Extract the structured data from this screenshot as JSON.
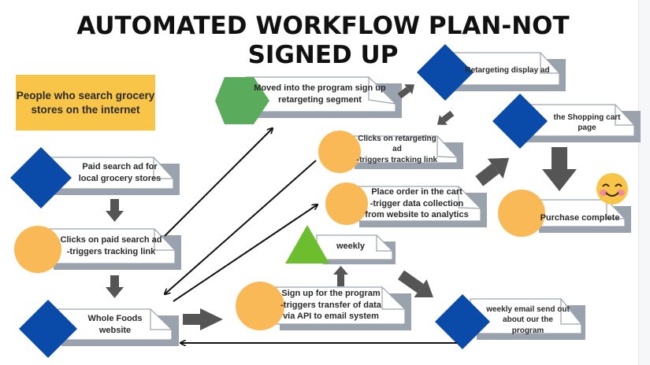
{
  "title": {
    "line1": "AUTOMATED WORKFLOW PLAN-NOT",
    "line2": "SIGNED UP"
  },
  "colors": {
    "blue": "#0a4aa8",
    "orange": "#f9b957",
    "green_hex": "#5aab5c",
    "green_triangle": "#6cbe2e",
    "yellow": "#f8c548",
    "arrow_gray": "#555555",
    "shadow": "#9aa3ad"
  },
  "start_box": {
    "text_lines": [
      "People who search",
      "grocery stores on the",
      "internet"
    ],
    "text": "People who search grocery stores on the internet"
  },
  "nodes": [
    {
      "id": "paid-search-ad",
      "shape": "diamond",
      "lines": [
        "Paid search ad for",
        "local grocery stores"
      ]
    },
    {
      "id": "clicks-paid-search",
      "shape": "circle",
      "lines": [
        "Clicks on paid search ad",
        "-triggers tracking link"
      ]
    },
    {
      "id": "whole-foods-website",
      "shape": "diamond",
      "lines": [
        "Whole Foods",
        "website"
      ]
    },
    {
      "id": "retargeting-segment",
      "shape": "hexagon",
      "lines": [
        "Moved into the program sign up",
        "retargeting segment"
      ]
    },
    {
      "id": "retargeting-display-ad",
      "shape": "diamond",
      "lines": [
        "Retargeting display ad"
      ]
    },
    {
      "id": "clicks-retargeting-ad",
      "shape": "circle",
      "lines": [
        "Clicks on retargeting ad",
        "-triggers tracking link"
      ]
    },
    {
      "id": "shopping-cart-page",
      "shape": "diamond",
      "lines": [
        "the Shopping cart page"
      ]
    },
    {
      "id": "place-order",
      "shape": "circle",
      "lines": [
        "Place order in the cart",
        "-trigger data collection",
        "from website to analytics"
      ]
    },
    {
      "id": "purchase-complete",
      "shape": "circle",
      "lines": [
        "Purchase complete"
      ],
      "emoji": "smiling-face"
    },
    {
      "id": "weekly",
      "shape": "triangle",
      "lines": [
        "weekly"
      ]
    },
    {
      "id": "sign-up-program",
      "shape": "circle",
      "lines": [
        "Sign up for the program",
        "-triggers transfer of data",
        "via API to email system"
      ]
    },
    {
      "id": "weekly-email",
      "shape": "diamond",
      "lines": [
        "weekly email send out",
        "about our the program"
      ]
    }
  ]
}
